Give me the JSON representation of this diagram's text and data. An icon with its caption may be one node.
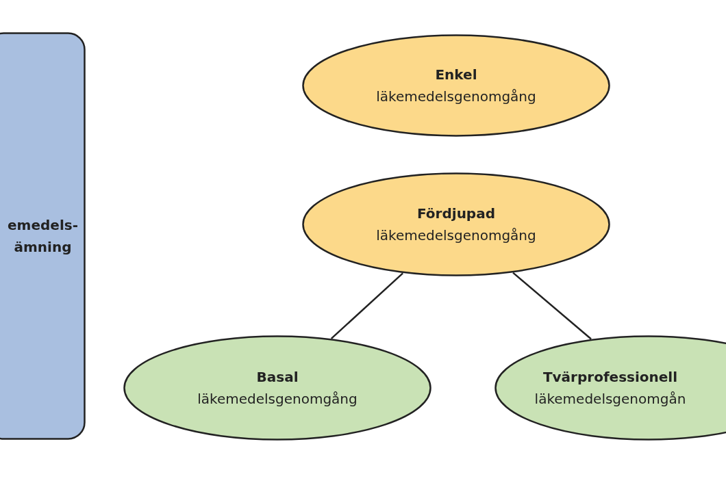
{
  "diagram": {
    "nodes": [
      {
        "text": [
          "emedels- ämning"
        ]
      },
      {
        "text": [
          "Enkel",
          "läkemedelsgenomgång"
        ]
      },
      {
        "text": [
          "Fördjupad",
          "läkemedelsgenomgång"
        ]
      },
      {
        "text": [
          "Basal",
          "läkemedelsgenomgång"
        ]
      },
      {
        "text": [
          "Tvärprofessionell",
          "läkemedelsgenomgån"
        ]
      }
    ],
    "edges": [
      {
        "from": 2,
        "to": 3,
        "arrow": "none"
      },
      {
        "from": 2,
        "to": 4,
        "arrow": "none"
      }
    ]
  }
}
